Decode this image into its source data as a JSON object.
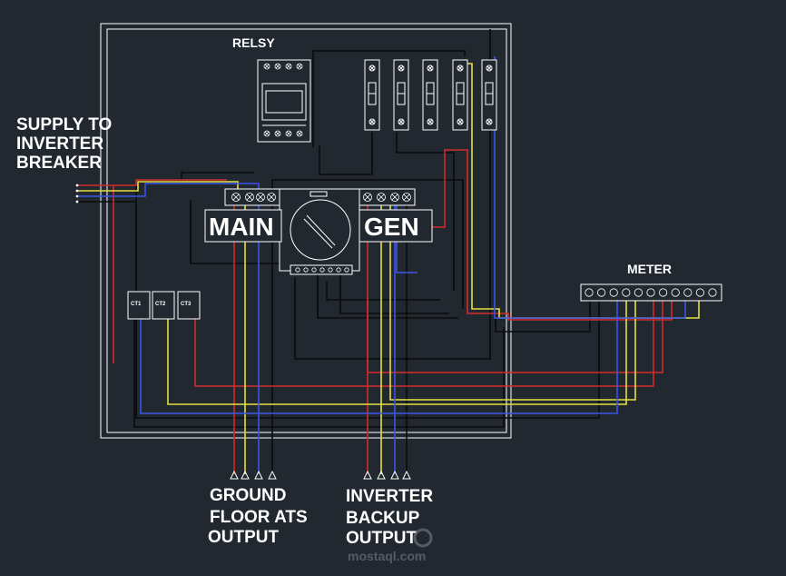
{
  "labels": {
    "relay": "RELSY",
    "supply": [
      "SUPPLY TO",
      "INVERTER",
      "BREAKER"
    ],
    "meter": "METER",
    "main": "MAIN",
    "gen": "GEN",
    "ground_output": [
      "GROUND",
      "FLOOR ATS",
      "OUTPUT"
    ],
    "inverter_output": [
      "INVERTER",
      "BACKUP",
      "OUTPUT"
    ]
  },
  "cts": [
    "CT1",
    "CT2",
    "CT3"
  ],
  "watermark": {
    "brand": "mostaql.com"
  },
  "colors": {
    "background": "#212830",
    "line": "#ffffff",
    "red": "#d42a2a",
    "yellow": "#e6e040",
    "blue": "#3a55e8",
    "black_wire": "#0a0a0a"
  }
}
